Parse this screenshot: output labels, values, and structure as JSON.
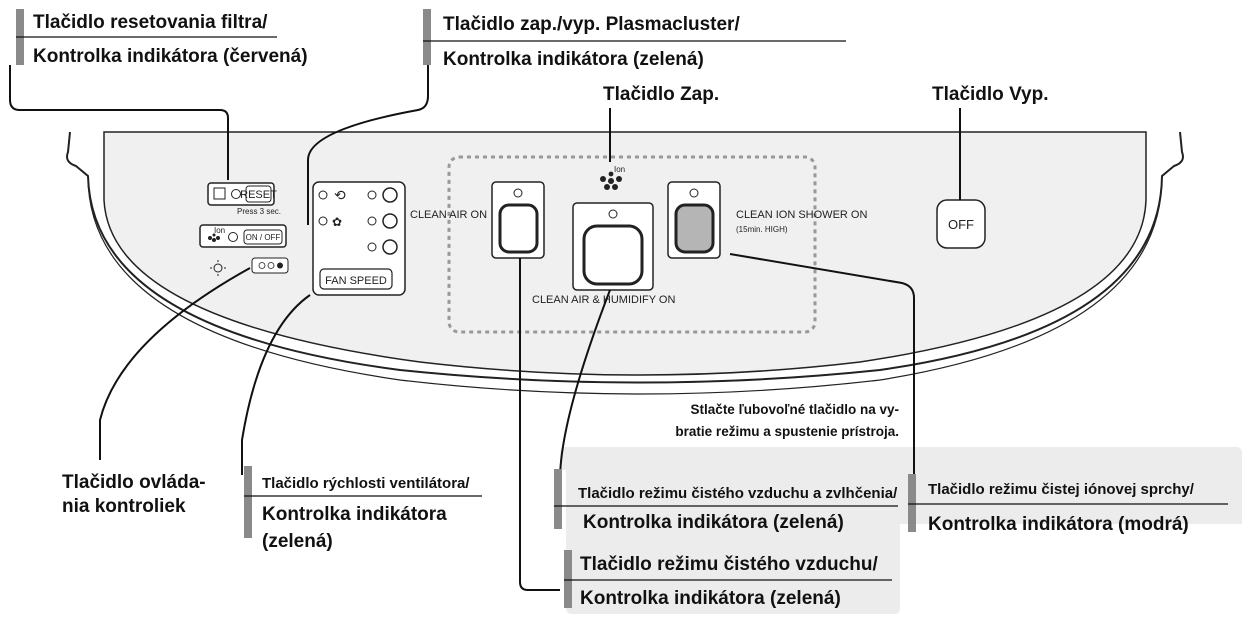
{
  "callouts": {
    "reset": {
      "line1": "Tlačidlo resetovania filtra/",
      "line2": "Kontrolka indikátora (červená)"
    },
    "plasmacluster": {
      "line1": "Tlačidlo zap./vyp. Plasmacluster/",
      "line2": "Kontrolka indikátora (zelená)"
    },
    "on": "Tlačidlo Zap.",
    "off": "Tlačidlo Vyp.",
    "light_control": {
      "line1": "Tlačidlo ovláda-",
      "line2": "nia kontroliek"
    },
    "fan_speed": {
      "line1": "Tlačidlo rýchlosti ventilátora/",
      "line2": "Kontrolka indikátora",
      "line3": "(zelená)"
    },
    "clean_air_humidify": {
      "line1": "Tlačidlo režimu čistého vzduchu a zvlhčenia/",
      "line2": "Kontrolka indikátora (zelená)"
    },
    "clean_ion_shower": {
      "line1": "Tlačidlo režimu čistej iónovej sprchy/",
      "line2": "Kontrolka indikátora (modrá)"
    },
    "clean_air": {
      "line1": "Tlačidlo režimu čistého vzduchu/",
      "line2": "Kontrolka indikátora (zelená)"
    }
  },
  "note": {
    "line1": "Stlačte ľubovoľné tlačidlo na vy-",
    "line2": "bratie režimu a spustenie prístroja."
  },
  "panel": {
    "reset_label": "RESET",
    "press_label": "Press 3 sec.",
    "onoff_label": "ON / OFF",
    "ion_label": "Ion",
    "fan_speed_label": "FAN SPEED",
    "clean_air_on": "CLEAN AIR ON",
    "clean_air_humidify_on": "CLEAN AIR &  HUMIDIFY ON",
    "clean_ion_shower_on": "CLEAN ION SHOWER ON",
    "clean_ion_shower_sub": "(15min. HIGH)",
    "off_label": "OFF"
  },
  "colors": {
    "marker": "#8a8a8a",
    "panel_bg": "#eeeeee",
    "note_box": "#ececec",
    "dotted": "#999999",
    "ion_button": "#b5b5b5"
  }
}
